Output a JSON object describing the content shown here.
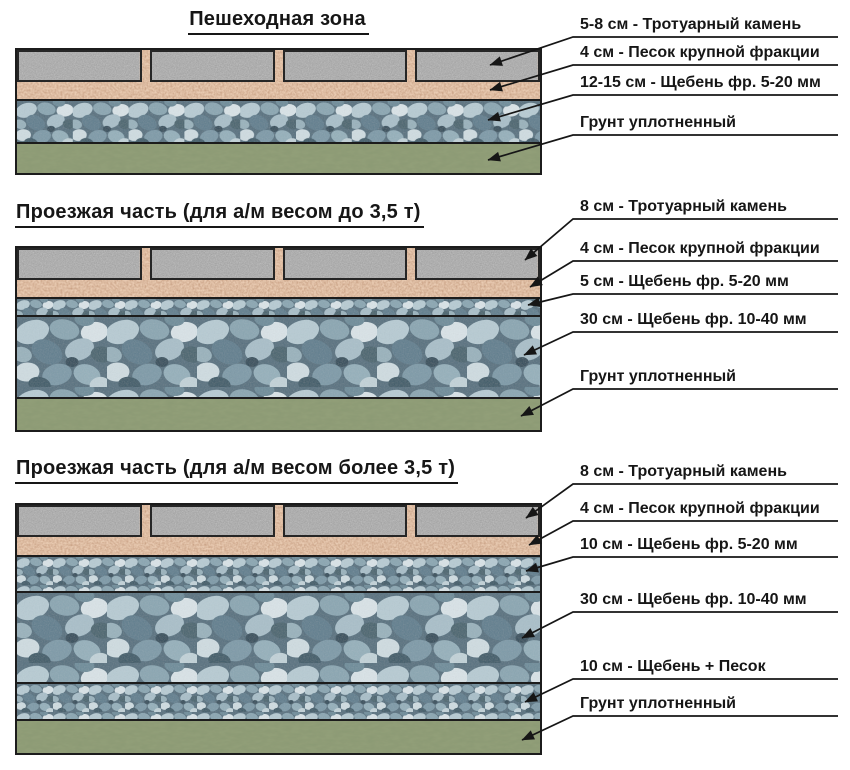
{
  "palette": {
    "outline": "#1c1c1c",
    "paver_grey": "#a9a9a9",
    "sand_pink": "#e9cbb2",
    "gravel_base": "#55707f",
    "gravel_light": "#d9e3e7",
    "soil_green": "#8c9a74"
  },
  "sections": [
    {
      "title": "Пешеходная зона",
      "labels": [
        "5-8 см - Тротуарный камень",
        "4 см - Песок крупной фракции",
        "12-15 см - Щебень фр. 5-20 мм",
        "Грунт уплотненный"
      ]
    },
    {
      "title": "Проезжая часть (для а/м весом до 3,5 т)",
      "labels": [
        "8 см - Тротуарный камень",
        "4 см - Песок крупной фракции",
        "5 см - Щебень фр. 5-20 мм",
        "30 см - Щебень фр. 10-40 мм",
        "Грунт уплотненный"
      ]
    },
    {
      "title": "Проезжая часть (для а/м весом более 3,5 т)",
      "labels": [
        "8 см - Тротуарный камень",
        "4 см - Песок крупной фракции",
        "10 см - Щебень фр. 5-20 мм",
        "30 см - Щебень фр. 10-40 мм",
        "10 см - Щебень + Песок",
        "Грунт уплотненный"
      ]
    }
  ]
}
